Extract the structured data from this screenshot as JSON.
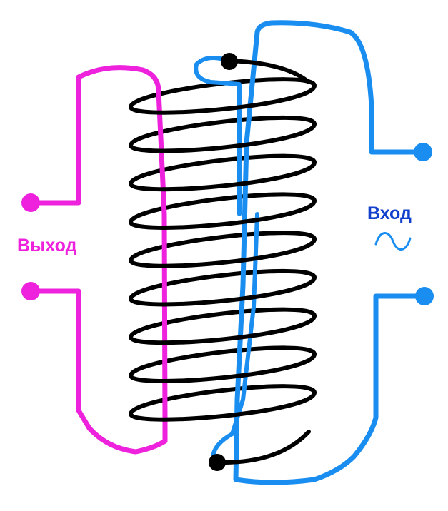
{
  "labels": {
    "output": "Выход",
    "input": "Вход"
  },
  "colors": {
    "output_wire": "#ee22dd",
    "input_wire": "#1a8ef0",
    "coil": "#000000",
    "output_label": "#ee22dd",
    "input_label": "#1240cc",
    "background": "#ffffff"
  },
  "icons": {
    "ac_symbol": "sine-wave-icon",
    "terminal": "filled-circle"
  },
  "coil": {
    "turns": 9
  }
}
